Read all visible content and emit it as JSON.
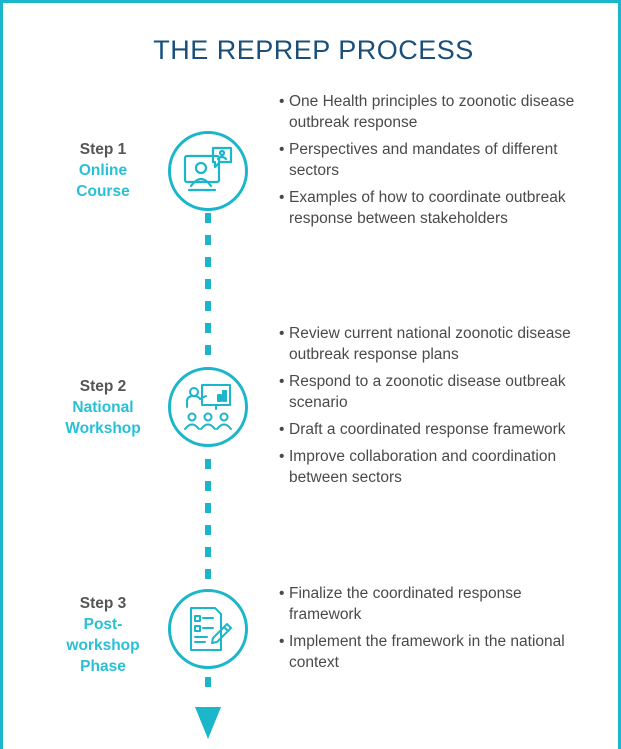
{
  "title": "THE REPREP PROCESS",
  "colors": {
    "accent": "#1bb6c9",
    "title": "#1b4f7a",
    "step_name": "#29c0d6",
    "text": "#4a4a4a"
  },
  "steps": [
    {
      "number": "Step 1",
      "name_lines": [
        "Online",
        "Course"
      ],
      "icon": "online-course-icon",
      "bullets": [
        "One Health principles to zoonotic disease outbreak response",
        "Perspectives and mandates of different sectors",
        "Examples of how to coordinate outbreak response between stakeholders"
      ]
    },
    {
      "number": "Step 2",
      "name_lines": [
        "National",
        "Workshop"
      ],
      "icon": "workshop-presentation-icon",
      "bullets": [
        "Review current national zoonotic disease outbreak response plans",
        "Respond to a zoonotic disease outbreak scenario",
        "Draft a coordinated response framework",
        "Improve collaboration and coordination between sectors"
      ]
    },
    {
      "number": "Step 3",
      "name_lines": [
        "Post-",
        "workshop",
        "Phase"
      ],
      "icon": "document-edit-icon",
      "bullets": [
        "Finalize the coordinated response framework",
        "Implement the framework in the national context"
      ]
    }
  ]
}
